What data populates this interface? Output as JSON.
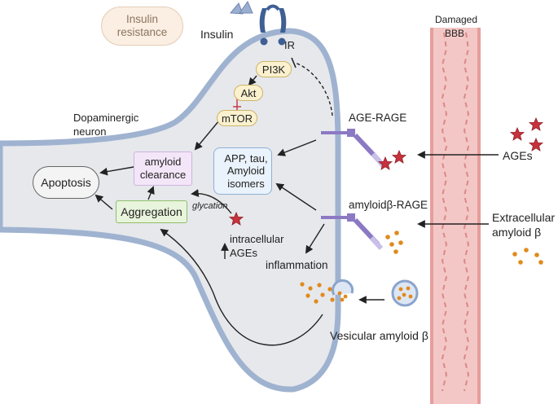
{
  "labels": {
    "insulin_resistance_l1": "Insulin",
    "insulin_resistance_l2": "resistance",
    "insulin": "Insulin",
    "ir": "IR",
    "pi3k": "PI3K",
    "akt": "Akt",
    "mtor": "mTOR",
    "neuron_l1": "Dopaminergic",
    "neuron_l2": "neuron",
    "amyloid_clearance_l1": "amyloid",
    "amyloid_clearance_l2": "clearance",
    "app_l1": "APP, tau,",
    "app_l2": "Amyloid",
    "app_l3": "isomers",
    "apoptosis": "Apoptosis",
    "aggregation": "Aggregation",
    "glycation": "glycation",
    "intracellular_l1": "intracellular",
    "intracellular_l2": "AGEs",
    "inflammation": "inflammation",
    "age_rage": "AGE-RAGE",
    "amyloid_rage": "amyloidβ-RAGE",
    "damaged_bbb_l1": "Damaged",
    "damaged_bbb_l2": "BBB",
    "ages": "AGEs",
    "extracellular_l1": "Extracellular",
    "extracellular_l2": "amyloid β",
    "vesicular": "Vesicular amyloid β"
  },
  "colors": {
    "membrane": "#9fb3d0",
    "cytoplasm": "#e6e8ec",
    "vessel": "#f3c7c5",
    "vessel_edge": "#e59e9c",
    "star": "#c8323c",
    "dot": "#e08a1c",
    "receptor": "#8c79c4",
    "insulin_box": "#fbeee2",
    "clearance_box": "#f3e6f8",
    "app_box": "#eaf2fb",
    "aggregation_box": "#e8f4dc",
    "pathway_box": "#fbf1cf"
  }
}
